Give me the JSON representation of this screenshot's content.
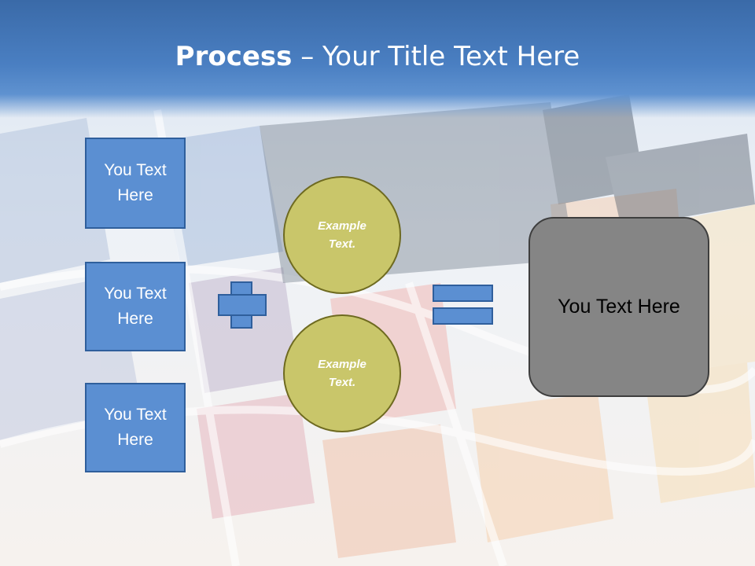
{
  "title": {
    "bold": "Process",
    "dash": " – ",
    "rest": "Your Title Text Here"
  },
  "boxes": [
    {
      "label": "You Text Here"
    },
    {
      "label": "You Text Here"
    },
    {
      "label": "You Text Here"
    }
  ],
  "circles": [
    {
      "label": "Example Text."
    },
    {
      "label": "Example Text."
    }
  ],
  "result": {
    "label": "You Text Here"
  },
  "colors": {
    "title_band": "#4a7fc2",
    "box_fill": "#5b8fd2",
    "box_border": "#2f5f9c",
    "circle_fill": "#c9c66a",
    "result_fill": "#858585"
  }
}
